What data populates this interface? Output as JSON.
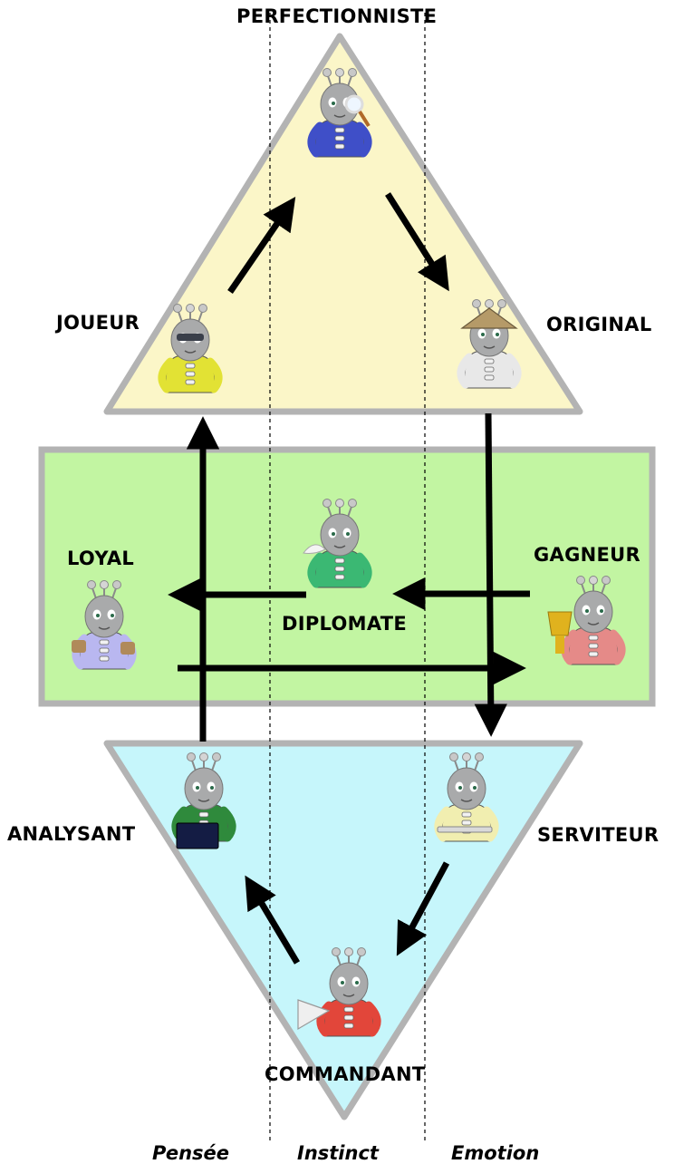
{
  "types": {
    "perfectionniste": "PERFECTIONNISTE",
    "joueur": "JOUEUR",
    "original": "ORIGINAL",
    "loyal": "LOYAL",
    "gagneur": "GAGNEUR",
    "diplomate": "DIPLOMATE",
    "analysant": "ANALYSANT",
    "serviteur": "SERVITEUR",
    "commandant": "COMMANDANT"
  },
  "axes": {
    "pensee": "Pensée",
    "instinct": "Instinct",
    "emotion": "Emotion"
  },
  "figures": {
    "perfectionniste": {
      "shirt": "#3f4fc8",
      "prop": "magnifier-icon"
    },
    "joueur": {
      "shirt": "#e2e234",
      "prop": "sunglasses-icon"
    },
    "original": {
      "shirt": "#e8e8e8",
      "prop": "hat-icon"
    },
    "loyal": {
      "shirt": "#b9b7f0",
      "prop": "puzzle-icon"
    },
    "gagneur": {
      "shirt": "#e58a88",
      "prop": "trophy-icon"
    },
    "diplomate": {
      "shirt": "#3bb873",
      "prop": "dove-icon"
    },
    "analysant": {
      "shirt": "#2f8a3c",
      "prop": "book-icon"
    },
    "serviteur": {
      "shirt": "#f1eeb0",
      "prop": "tray-icon"
    },
    "commandant": {
      "shirt": "#e2463a",
      "prop": "megaphone-icon"
    }
  },
  "colors": {
    "top_triangle": "#fbf6c8",
    "middle_band": "#c2f5a2",
    "bottom_triangle": "#c6f6fb",
    "shape_border": "#b3b3b3",
    "arrow": "#000000"
  }
}
